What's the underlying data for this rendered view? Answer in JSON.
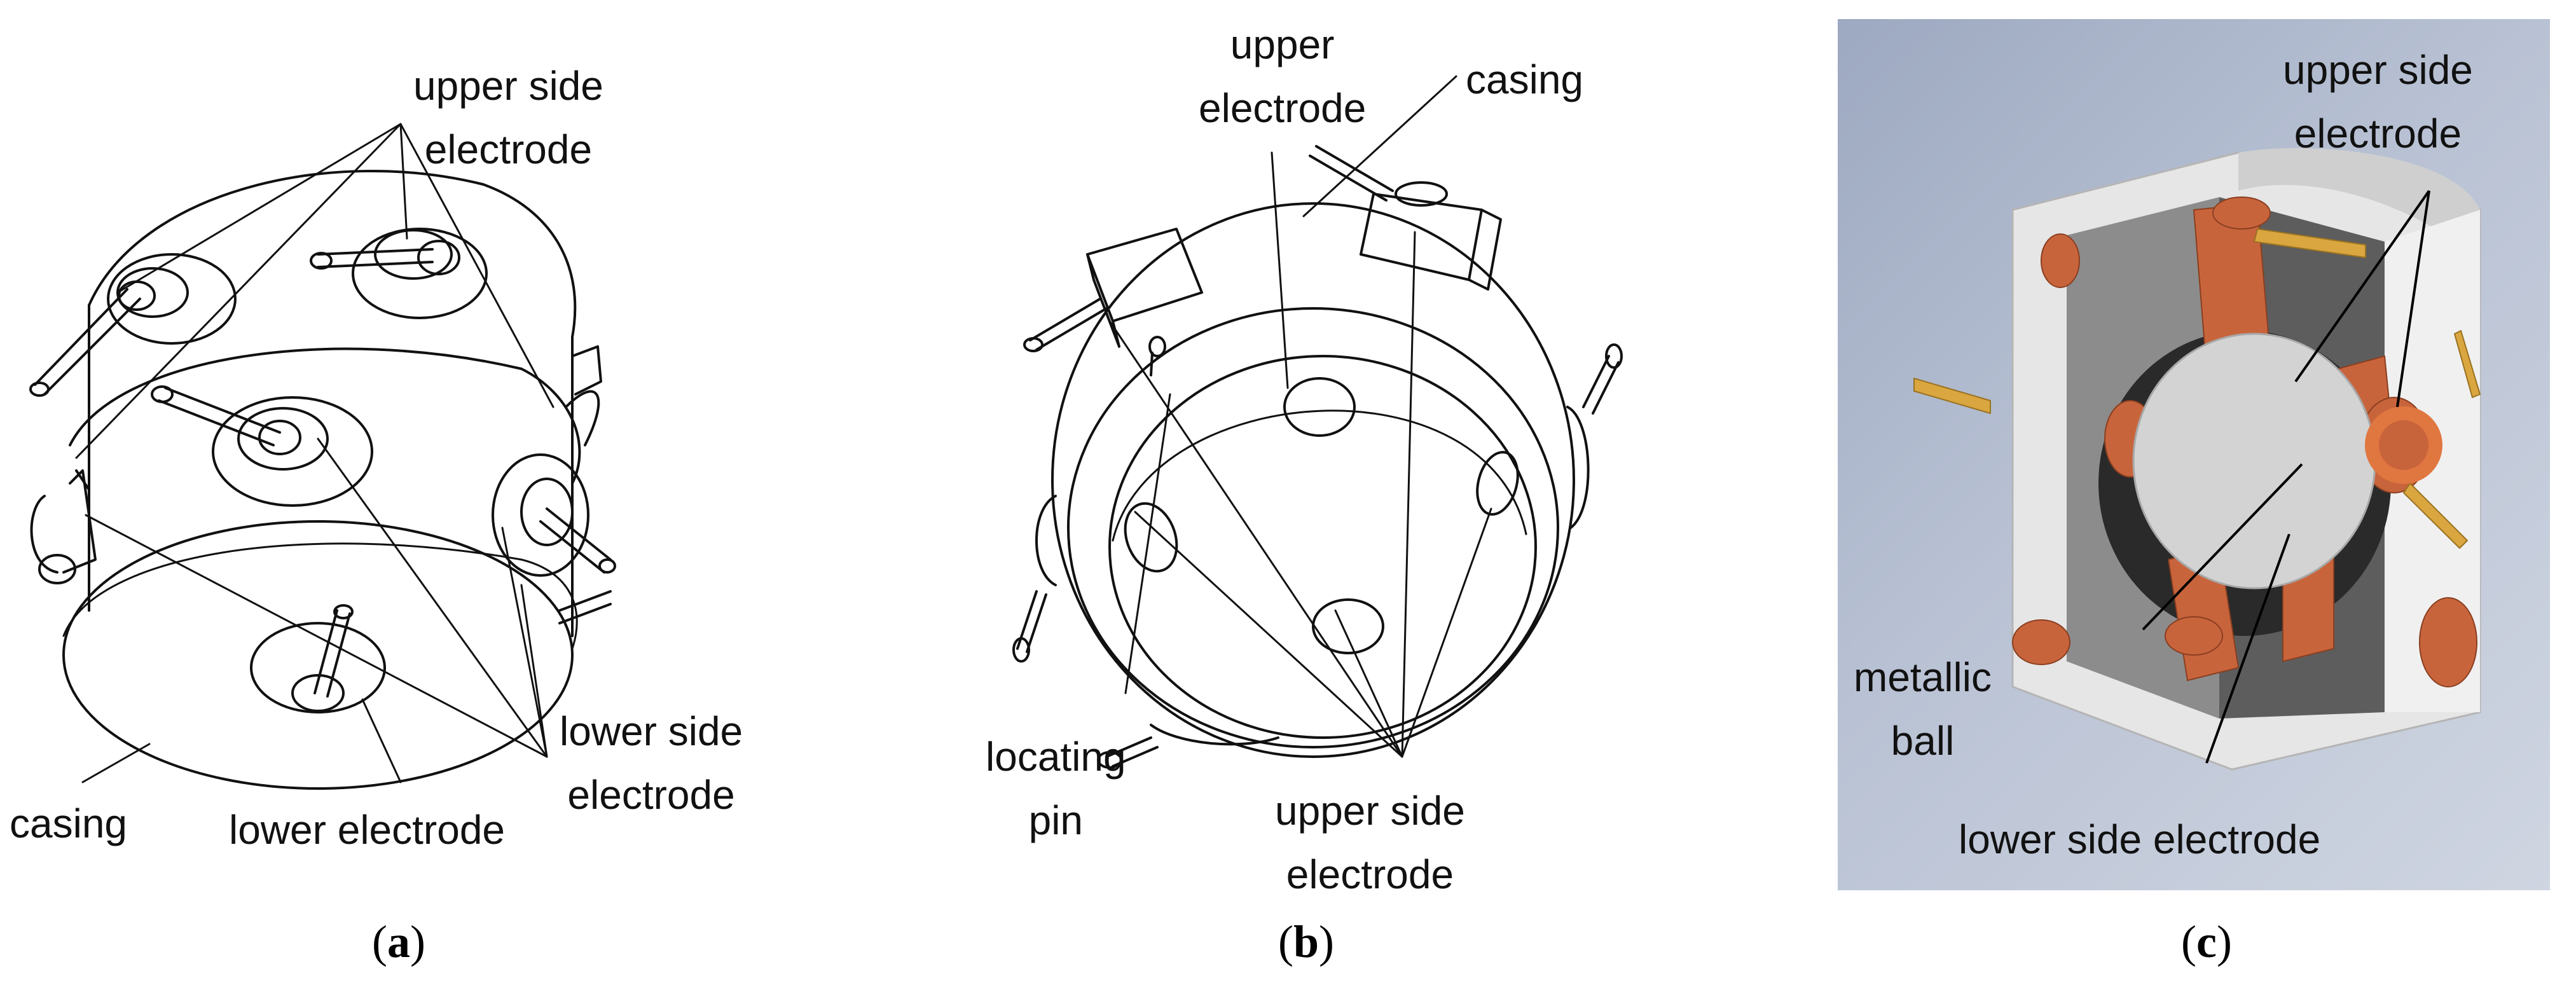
{
  "panels": [
    {
      "id": "a",
      "caption_letter": "a",
      "labels": {
        "upper_side_electrode": [
          "upper side",
          "electrode"
        ],
        "lower_side_electrode": [
          "lower side",
          "electrode"
        ],
        "casing": "casing",
        "lower_electrode": "lower electrode"
      }
    },
    {
      "id": "b",
      "caption_letter": "b",
      "labels": {
        "upper_electrode": [
          "upper",
          "electrode"
        ],
        "casing": "casing",
        "locating_pin": [
          "locating",
          "pin"
        ],
        "upper_side_electrode": [
          "upper side",
          "electrode"
        ]
      }
    },
    {
      "id": "c",
      "caption_letter": "c",
      "labels": {
        "upper_side_electrode": [
          "upper side",
          "electrode"
        ],
        "metallic_ball": [
          "metallic",
          "ball"
        ],
        "lower_side_electrode": "lower side electrode"
      }
    }
  ],
  "colors": {
    "line": "#111111",
    "copper": "#c8643c",
    "brass": "#d9a640",
    "casing_render": "#e6e6e6",
    "ball_render": "#d3d3d3"
  }
}
